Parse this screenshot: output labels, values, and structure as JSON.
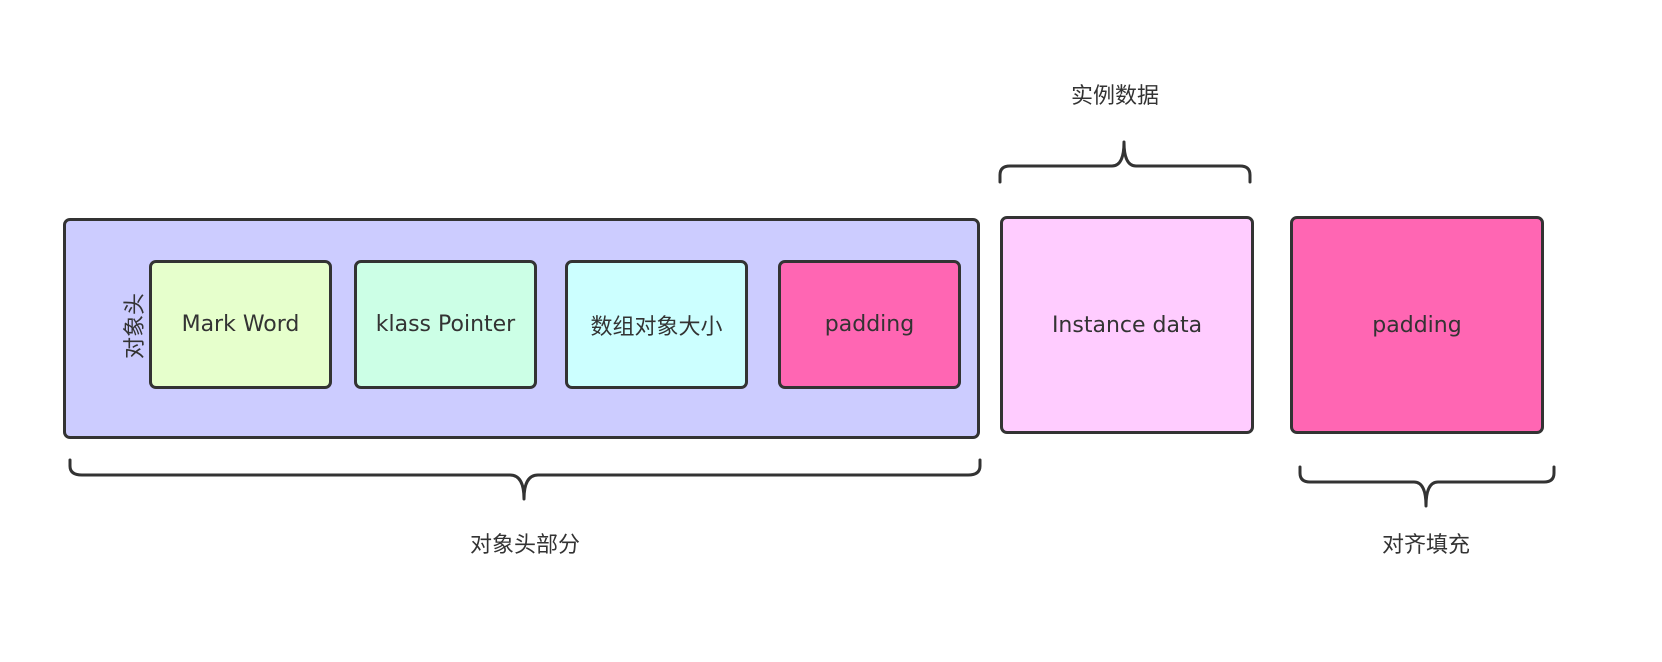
{
  "colors": {
    "stroke": "#333333",
    "header_container": "#ccccff",
    "mark_word": "#e6ffcc",
    "klass_pointer": "#ccffe6",
    "array_size": "#ccffff",
    "padding": "#ff66b3",
    "instance_data": "#ffccff"
  },
  "header": {
    "side_label": "对象头",
    "mark_word": "Mark Word",
    "klass_pointer": "klass Pointer",
    "array_size": "数组对象大小",
    "padding": "padding"
  },
  "instance": {
    "label": "Instance data",
    "brace_label": "实例数据"
  },
  "alignment": {
    "label": "padding",
    "brace_label": "对齐填充"
  },
  "header_part": {
    "brace_label": "对象头部分"
  }
}
